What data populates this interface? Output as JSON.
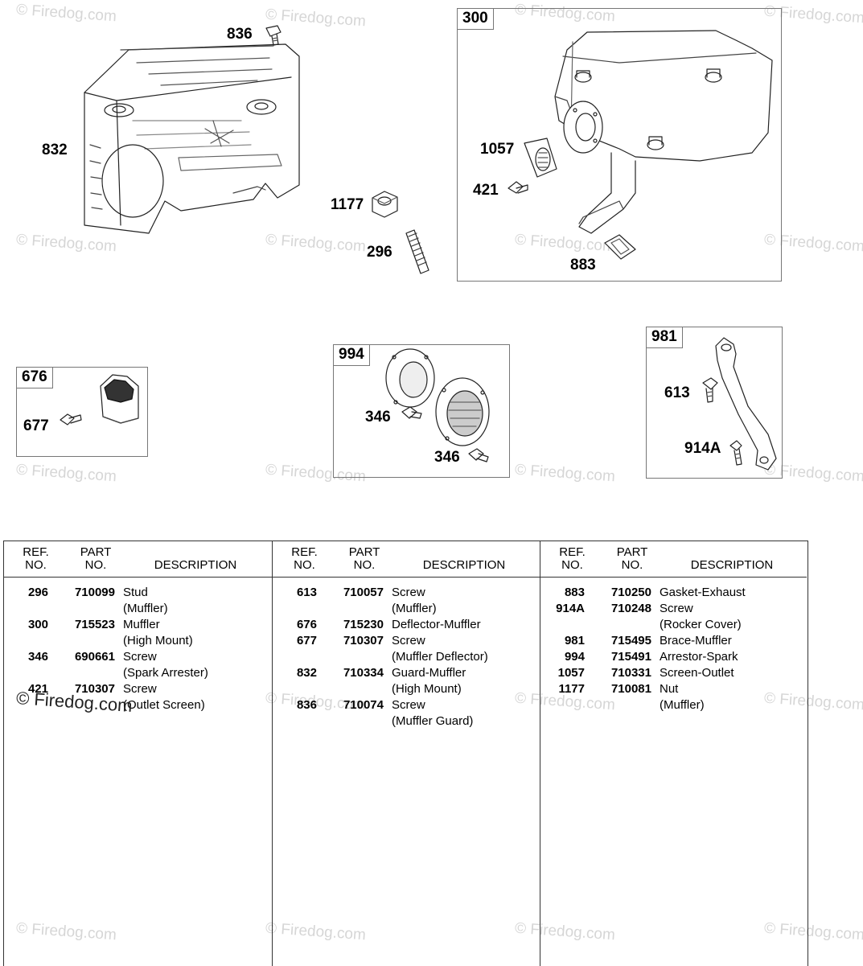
{
  "callouts": {
    "c836": "836",
    "c832": "832",
    "c1177": "1177",
    "c296": "296",
    "c1057": "1057",
    "c421": "421",
    "c883": "883",
    "c677": "677",
    "c346a": "346",
    "c346b": "346",
    "c613": "613",
    "c914a": "914A"
  },
  "groups": {
    "g300": "300",
    "g676": "676",
    "g994": "994",
    "g981": "981"
  },
  "watermark": "© Firedog.com",
  "table": {
    "header": {
      "ref_line1": "REF.",
      "ref_line2": "NO.",
      "part_line1": "PART",
      "part_line2": "NO.",
      "description": "DESCRIPTION"
    },
    "columns": [
      {
        "rows": [
          {
            "ref": "296",
            "part": "710099",
            "desc": "Stud"
          },
          {
            "ref": "",
            "part": "",
            "desc": "(Muffler)"
          },
          {
            "ref": "300",
            "part": "715523",
            "desc": "Muffler"
          },
          {
            "ref": "",
            "part": "",
            "desc": "(High Mount)"
          },
          {
            "ref": "346",
            "part": "690661",
            "desc": "Screw"
          },
          {
            "ref": "",
            "part": "",
            "desc": "(Spark Arrester)"
          },
          {
            "ref": "421",
            "part": "710307",
            "desc": "Screw"
          },
          {
            "ref": "",
            "part": "",
            "desc": "(Outlet Screen)"
          }
        ]
      },
      {
        "rows": [
          {
            "ref": "613",
            "part": "710057",
            "desc": "Screw"
          },
          {
            "ref": "",
            "part": "",
            "desc": "(Muffler)"
          },
          {
            "ref": "676",
            "part": "715230",
            "desc": "Deflector-Muffler"
          },
          {
            "ref": "677",
            "part": "710307",
            "desc": "Screw"
          },
          {
            "ref": "",
            "part": "",
            "desc": "(Muffler Deflector)"
          },
          {
            "ref": "832",
            "part": "710334",
            "desc": "Guard-Muffler"
          },
          {
            "ref": "",
            "part": "",
            "desc": "(High Mount)"
          },
          {
            "ref": "836",
            "part": "710074",
            "desc": "Screw"
          },
          {
            "ref": "",
            "part": "",
            "desc": "(Muffler Guard)"
          }
        ]
      },
      {
        "rows": [
          {
            "ref": "883",
            "part": "710250",
            "desc": "Gasket-Exhaust"
          },
          {
            "ref": "914A",
            "part": "710248",
            "desc": "Screw"
          },
          {
            "ref": "",
            "part": "",
            "desc": "(Rocker Cover)"
          },
          {
            "ref": "981",
            "part": "715495",
            "desc": "Brace-Muffler"
          },
          {
            "ref": "994",
            "part": "715491",
            "desc": "Arrestor-Spark"
          },
          {
            "ref": "1057",
            "part": "710331",
            "desc": "Screen-Outlet"
          },
          {
            "ref": "1177",
            "part": "710081",
            "desc": "Nut"
          },
          {
            "ref": "",
            "part": "",
            "desc": "(Muffler)"
          }
        ]
      }
    ]
  }
}
